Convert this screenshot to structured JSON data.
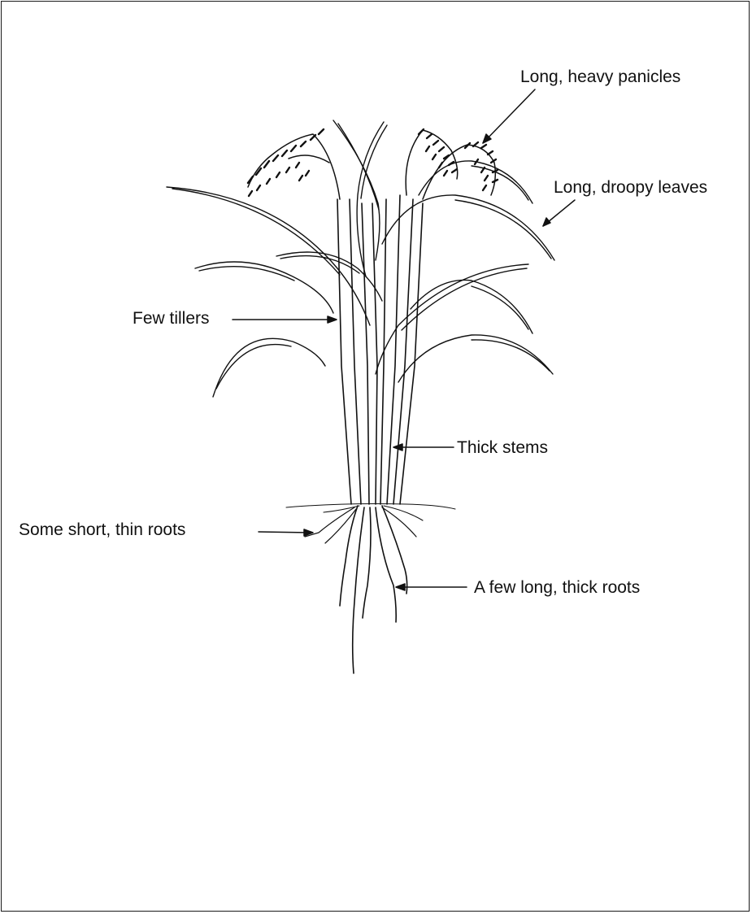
{
  "labels": {
    "panicles": "Long, heavy panicles",
    "leaves": "Long, droopy leaves",
    "tillers": "Few tillers",
    "stems": "Thick stems",
    "thin_roots": "Some short, thin roots",
    "thick_roots": "A few long, thick roots"
  },
  "colors": {
    "ink": "#111111",
    "paper": "#ffffff"
  }
}
